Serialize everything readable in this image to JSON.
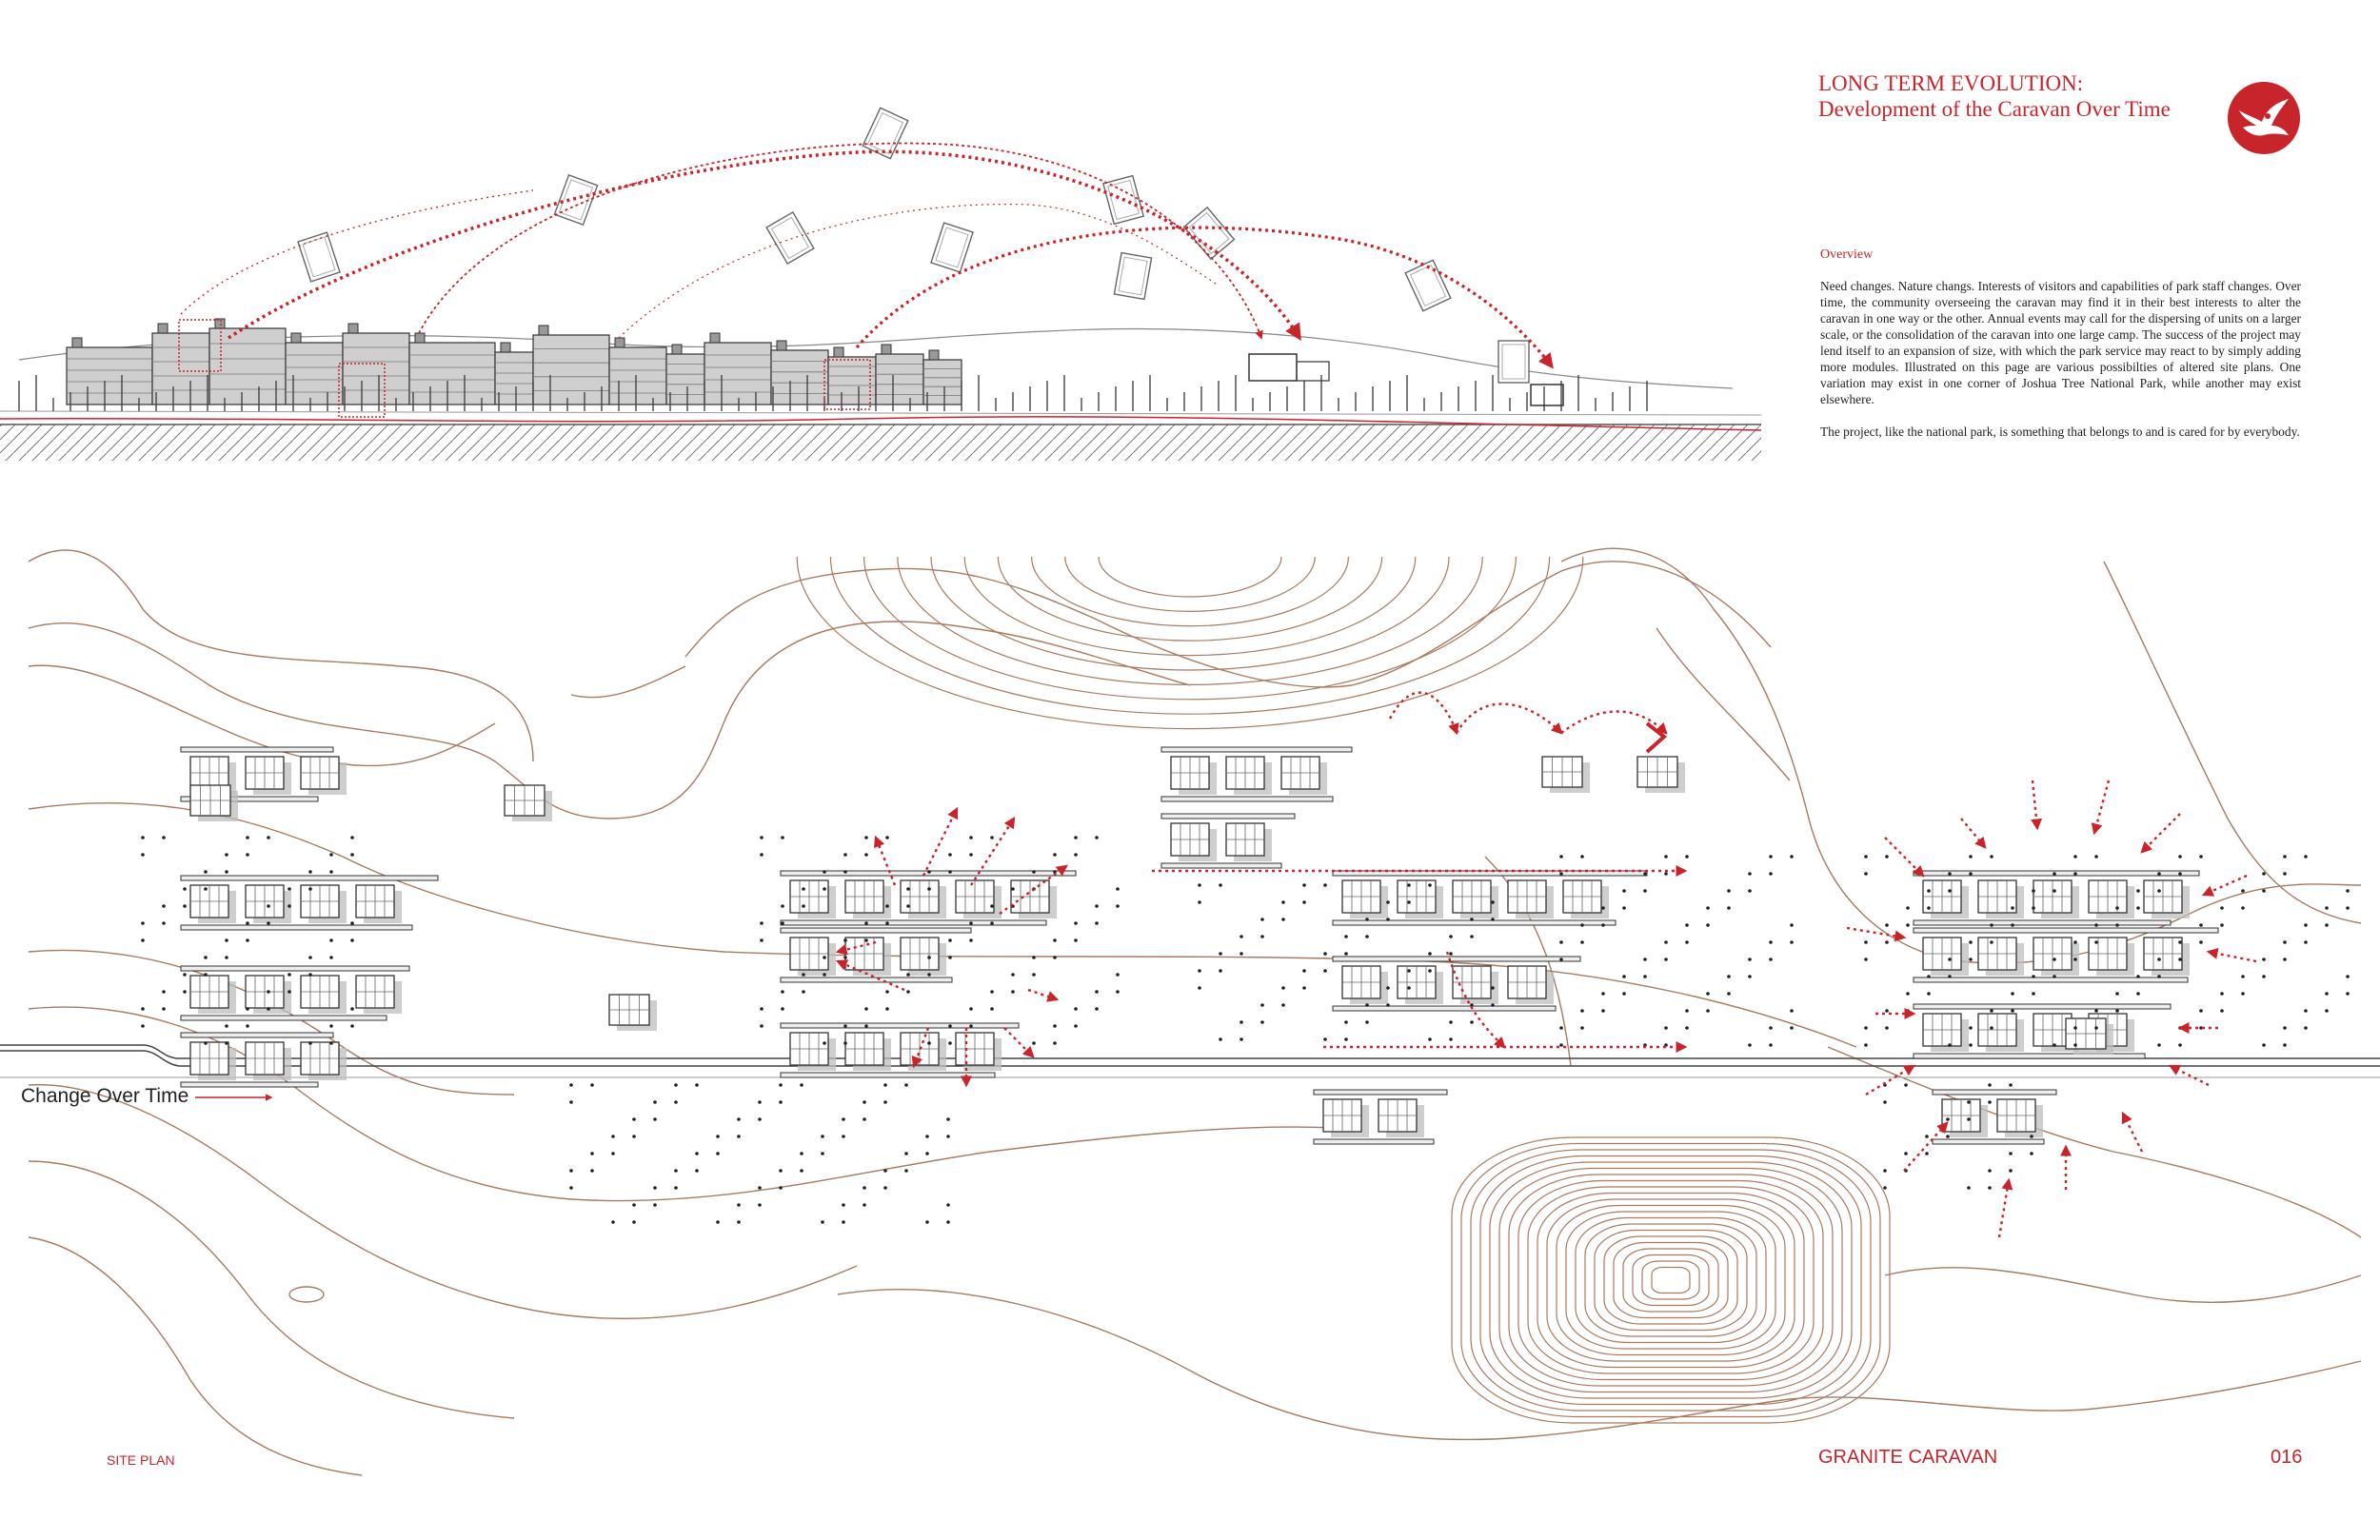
{
  "header": {
    "title_line1": "LONG TERM EVOLUTION:",
    "title_line2": "Development of the Caravan Over Time",
    "logo_icon": "bird-emblem-icon"
  },
  "overview": {
    "heading": "Overview",
    "paragraphs": [
      "Need changes. Nature changs. Interests of visitors and capabilities of park staff changes. Over time, the community overseeing the caravan may find it in their best interests to alter the caravan in one way or the other. Annual events may call for the dispersing of units on a larger scale, or the consolidation of the caravan into one large camp. The success of the project may lend itself to an expansion of size, with which the park service may react to by  simply adding more modules. Illustrated on this page are various possibilties of altered site plans. One variation may exist in one corner of Joshua Tree National Park, while another may exist elsewhere.",
      "The project, like the national park, is something that belongs to and is cared for by everybody."
    ]
  },
  "plan": {
    "change_label": "Change Over Time"
  },
  "footer": {
    "site_plan": "SITE PLAN",
    "project": "GRANITE CARAVAN",
    "page": "016"
  },
  "colors": {
    "accent": "#c8242b",
    "contour": "#a87a60",
    "ink": "#333333",
    "shadow": "#bdbdbd"
  }
}
